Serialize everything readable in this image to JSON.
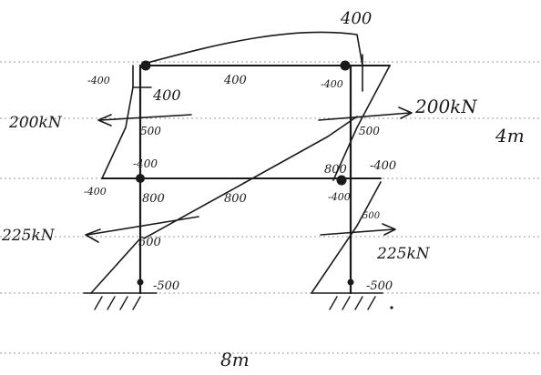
{
  "labels": {
    "top_moment": "400",
    "top_left_neg": "-400",
    "top_left_pos": "400",
    "top_beam_mid": "400",
    "top_right_neg": "-400",
    "upper_left_shear": "500",
    "upper_right_shear": "500",
    "upper_left_load": "200kN",
    "upper_right_load": "200kN",
    "story_height": "4m",
    "mid_left_neg_a": "-400",
    "mid_left_neg_b": "-400",
    "mid_left_pos": "800",
    "mid_beam_mid": "800",
    "mid_right_pos": "800",
    "mid_right_neg_a": "-400",
    "mid_right_neg_b": "-400",
    "lower_left_shear": "500",
    "lower_right_shear": "500",
    "lower_left_load": "225kN",
    "lower_right_load": "225kN",
    "base_left": "-500",
    "base_right": "-500",
    "span": "8m"
  }
}
